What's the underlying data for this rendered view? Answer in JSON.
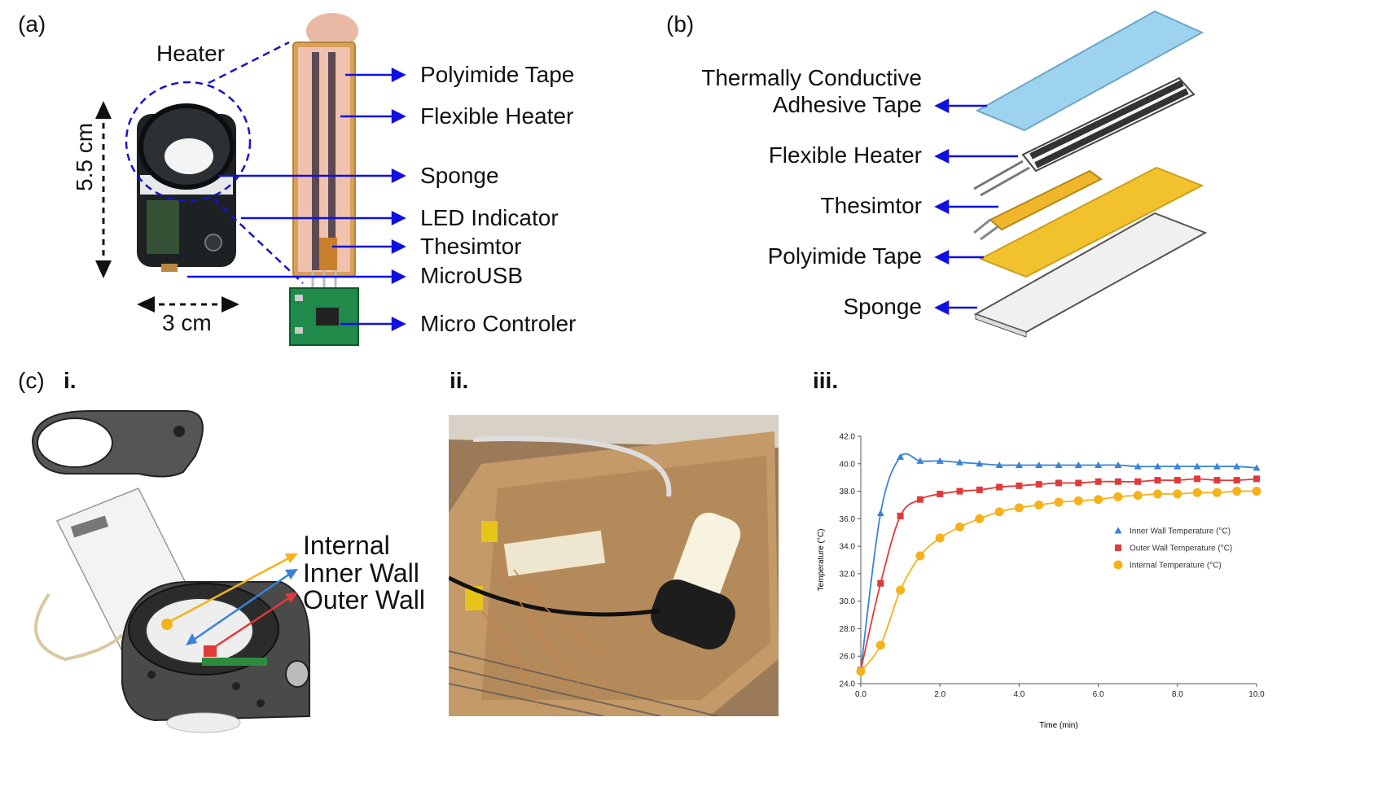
{
  "panel_a": {
    "letter": "(a)",
    "heater_title": "Heater",
    "height_dim": "5.5 cm",
    "width_dim": "3 cm",
    "labels": [
      "Polyimide Tape",
      "Flexible Heater",
      "Sponge",
      "LED Indicator",
      "Thesimtor",
      "MicroUSB",
      "Micro Controler"
    ]
  },
  "panel_b": {
    "letter": "(b)",
    "labels": [
      "Thermally Conductive",
      "Adhesive Tape",
      "Flexible Heater",
      "Thesimtor",
      "Polyimide Tape",
      "Sponge"
    ]
  },
  "panel_c": {
    "letter": "(c)",
    "sub_i": "i.",
    "sub_ii": "ii.",
    "sub_iii": "iii.",
    "labels": [
      "Internal",
      "Inner Wall",
      "Outer Wall"
    ]
  },
  "colors": {
    "arrow_blue": "#1010e0",
    "inner_wall": "#3b82d6",
    "outer_wall": "#e03a3a",
    "internal": "#f5b21a",
    "adhesive_tape": "#9ed3ef",
    "polyimide": "#f2c12e"
  },
  "chart_data": {
    "type": "line",
    "xlabel": "Time (min)",
    "ylabel": "Temperature (°C)",
    "xlim": [
      0,
      10
    ],
    "ylim": [
      24,
      42
    ],
    "xticks": [
      "0.0",
      "2.0",
      "4.0",
      "6.0",
      "8.0",
      "10.0"
    ],
    "yticks": [
      "24.0",
      "26.0",
      "28.0",
      "30.0",
      "32.0",
      "34.0",
      "36.0",
      "38.0",
      "40.0",
      "42.0"
    ],
    "legend_position": "right",
    "grid": false,
    "series": [
      {
        "name": "Inner Wall Temperature (°C)",
        "marker": "triangle",
        "color": "#3b82d6",
        "x": [
          0,
          0.5,
          1.0,
          1.5,
          2.0,
          2.5,
          3.0,
          3.5,
          4.0,
          4.5,
          5.0,
          5.5,
          6.0,
          6.5,
          7.0,
          7.5,
          8.0,
          8.5,
          9.0,
          9.5,
          10.0
        ],
        "y": [
          25.0,
          36.4,
          40.5,
          40.2,
          40.2,
          40.1,
          40.0,
          39.9,
          39.9,
          39.9,
          39.9,
          39.9,
          39.9,
          39.9,
          39.8,
          39.8,
          39.8,
          39.8,
          39.8,
          39.8,
          39.7
        ]
      },
      {
        "name": "Outer Wall Temperature (°C)",
        "marker": "square",
        "color": "#e03a3a",
        "x": [
          0,
          0.5,
          1.0,
          1.5,
          2.0,
          2.5,
          3.0,
          3.5,
          4.0,
          4.5,
          5.0,
          5.5,
          6.0,
          6.5,
          7.0,
          7.5,
          8.0,
          8.5,
          9.0,
          9.5,
          10.0
        ],
        "y": [
          25.0,
          31.3,
          36.2,
          37.4,
          37.8,
          38.0,
          38.1,
          38.3,
          38.4,
          38.5,
          38.6,
          38.6,
          38.7,
          38.7,
          38.7,
          38.8,
          38.8,
          38.9,
          38.8,
          38.8,
          38.9
        ]
      },
      {
        "name": "Internal Temperature (°C)",
        "marker": "circle",
        "color": "#f5b21a",
        "x": [
          0,
          0.5,
          1.0,
          1.5,
          2.0,
          2.5,
          3.0,
          3.5,
          4.0,
          4.5,
          5.0,
          5.5,
          6.0,
          6.5,
          7.0,
          7.5,
          8.0,
          8.5,
          9.0,
          9.5,
          10.0
        ],
        "y": [
          24.9,
          26.8,
          30.8,
          33.3,
          34.6,
          35.4,
          36.0,
          36.5,
          36.8,
          37.0,
          37.2,
          37.3,
          37.4,
          37.6,
          37.7,
          37.8,
          37.8,
          37.9,
          37.9,
          38.0,
          38.0
        ]
      }
    ]
  }
}
